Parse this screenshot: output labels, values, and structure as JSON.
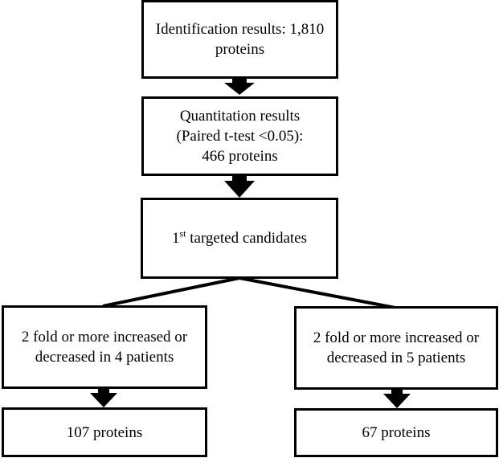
{
  "flowchart": {
    "identification": {
      "line1": "Identification results: 1,810",
      "line2": "proteins"
    },
    "quantitation": {
      "line1": "Quantitation results",
      "line2": "(Paired t-test <0.05):",
      "line3": "466 proteins"
    },
    "candidates": {
      "number": "1",
      "superscript": "st",
      "rest": " targeted candidates"
    },
    "left_branch": {
      "criteria_line1": "2 fold or more increased or",
      "criteria_line2": "decreased in 4 patients",
      "result": "107 proteins"
    },
    "right_branch": {
      "criteria_line1": "2 fold or more increased or",
      "criteria_line2": "decreased in 5 patients",
      "result": "67 proteins"
    }
  }
}
